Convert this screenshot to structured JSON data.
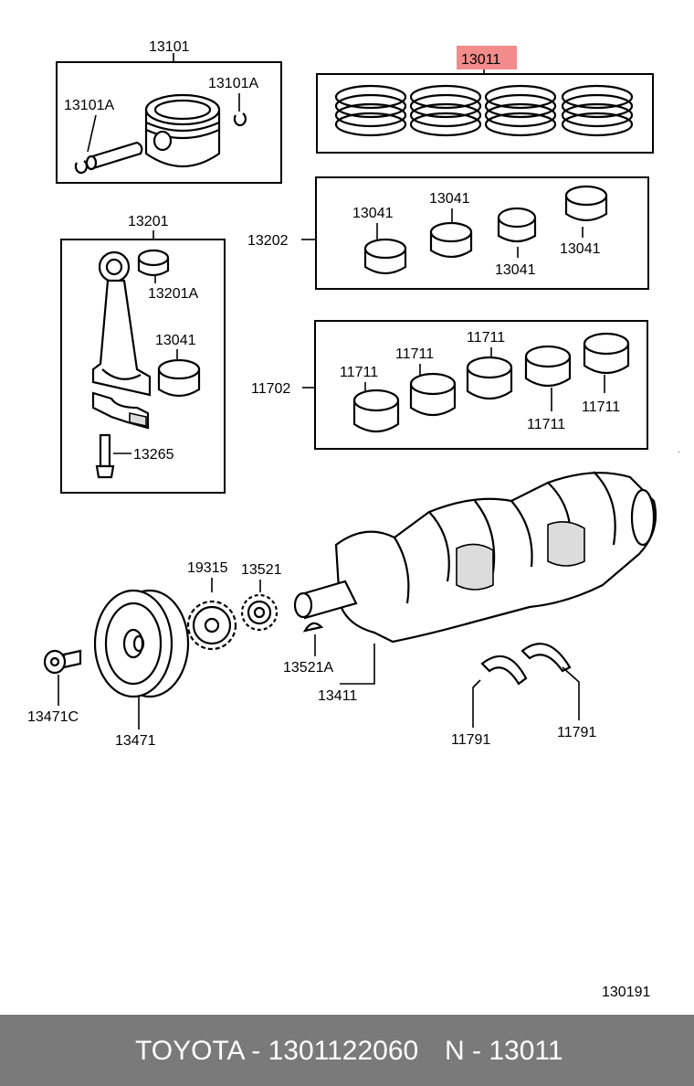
{
  "labels": {
    "l13101": "13101",
    "l13101A_left": "13101A",
    "l13101A_right": "13101A",
    "l13011": "13011",
    "l13202": "13202",
    "l13041_a": "13041",
    "l13041_b": "13041",
    "l13041_c": "13041",
    "l13041_d": "13041",
    "l13201": "13201",
    "l13201A": "13201A",
    "l13041_rod": "13041",
    "l13265": "13265",
    "l11702": "11702",
    "l11711_a": "11711",
    "l11711_b": "11711",
    "l11711_c": "11711",
    "l11711_d": "11711",
    "l11711_e": "11711",
    "l19315": "19315",
    "l13521": "13521",
    "l13521A": "13521A",
    "l13411": "13411",
    "l13471C": "13471C",
    "l13471": "13471",
    "l11791_a": "11791",
    "l11791_b": "11791",
    "l130191": "130191"
  },
  "highlight": {
    "color": "#f28b8b"
  },
  "footer": {
    "brand": "TOYOTA - 1301122060",
    "ref": "N - 13011"
  }
}
